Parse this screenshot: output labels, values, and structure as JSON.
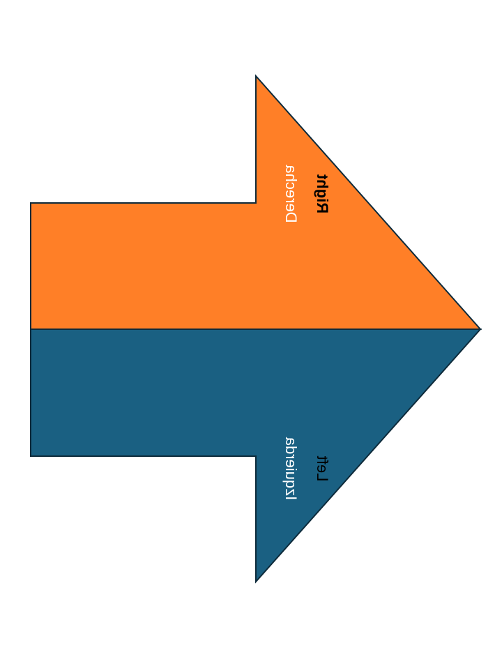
{
  "arrow": {
    "right_half": {
      "label_en": "Right",
      "label_es": "Derecha",
      "color": "#FF7F27"
    },
    "left_half": {
      "label_en": "Left",
      "label_es": "Izquierda",
      "color": "#1A6082"
    },
    "outline_color": "#0D2A3A"
  }
}
